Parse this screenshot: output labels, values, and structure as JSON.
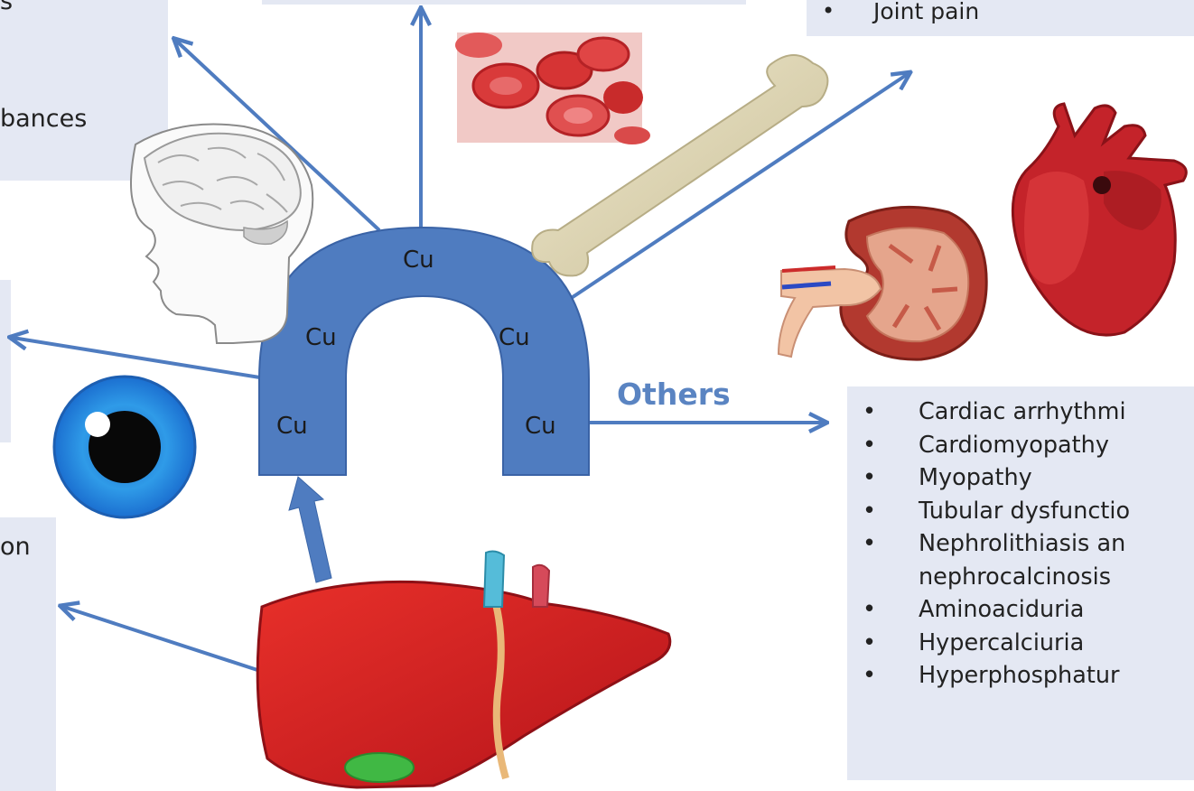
{
  "top_left_box": {
    "line1": "s",
    "line2": "bances"
  },
  "left_mid_box": {},
  "bottom_left_box": {
    "line1": "on"
  },
  "top_center_box": {},
  "top_right_box": {
    "bullet": "•",
    "item": "Joint pain"
  },
  "arch": {
    "labels": [
      "Cu",
      "Cu",
      "Cu",
      "Cu",
      "Cu"
    ]
  },
  "others_label": "Others",
  "others_list": [
    "Cardiac arrhythmi",
    "Cardiomyopathy",
    "Myopathy",
    "Tubular dysfunctio",
    "Nephrolithiasis an",
    "nephrocalcinosis",
    "Aminoaciduria",
    "Hypercalciuria",
    "Hyperphosphatur"
  ],
  "colors": {
    "arch": "#4f7cc0",
    "arrow": "#4f7cc0",
    "box": "#e4e8f3",
    "others_text": "#5a84c2"
  },
  "icons": [
    "brain-icon",
    "eye-icon",
    "blood-cells-icon",
    "bone-icon",
    "kidney-icon",
    "heart-icon",
    "liver-icon"
  ]
}
